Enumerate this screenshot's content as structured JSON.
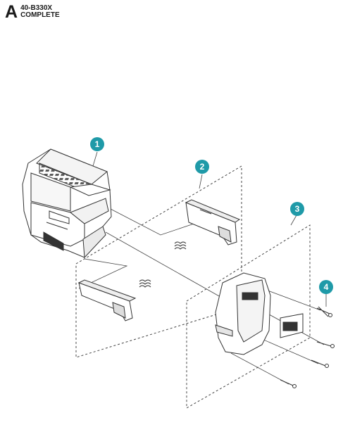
{
  "header": {
    "section_letter": "A",
    "model_code": "40-B330X",
    "model_desc": "COMPLETE"
  },
  "callouts": [
    {
      "number": "1"
    },
    {
      "number": "2"
    },
    {
      "number": "3"
    },
    {
      "number": "4"
    }
  ],
  "colors": {
    "callout_fill": "#1f9aa8",
    "line": "#333333",
    "part_fill": "#ffffff"
  }
}
